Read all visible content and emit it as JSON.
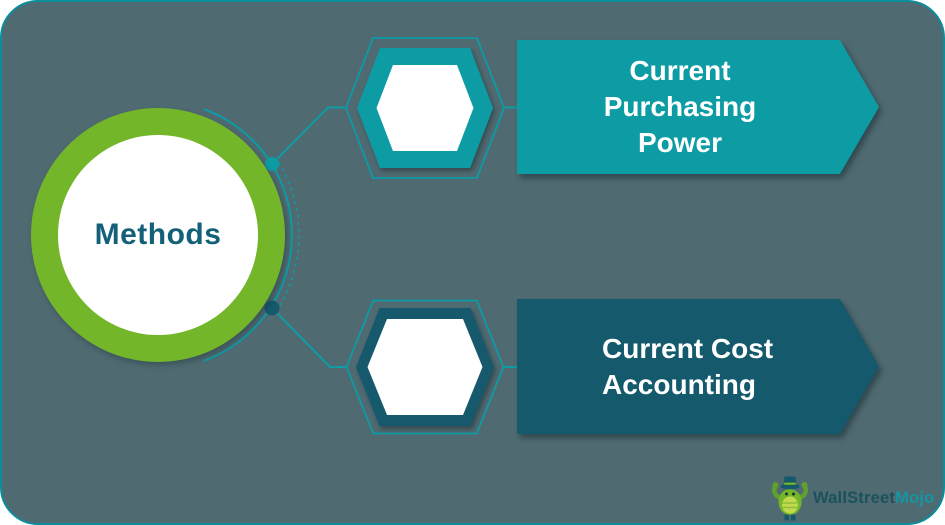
{
  "canvas": {
    "background": "#506A72",
    "border_color": "#0B8E9C"
  },
  "center": {
    "label": "Methods",
    "ring_color": "#74B629",
    "label_color": "#136078"
  },
  "branches": [
    {
      "label": "Current\nPurchasing\nPower",
      "color": "#0D9BA4",
      "shape": "right-arrow-banner",
      "hexagon_color": "#0D9BA4",
      "connector_dot_color": "#0D9BA4"
    },
    {
      "label": "Current Cost\nAccounting",
      "color": "#14596C",
      "shape": "right-arrow-banner",
      "hexagon_color": "#14596C",
      "connector_dot_color": "#14596C"
    }
  ],
  "logo": {
    "brand_part1": "WallStreet",
    "brand_part2": "Mojo",
    "part1_color": "#1A525C",
    "part2_color": "#1495A1",
    "mascot_icon": "wallstreetmojo-owl-mascot"
  },
  "colors": {
    "accent_teal": "#0D9BA4",
    "accent_dark_teal": "#14596C",
    "accent_green": "#74B629",
    "text_on_banner": "#FFFFFF"
  }
}
